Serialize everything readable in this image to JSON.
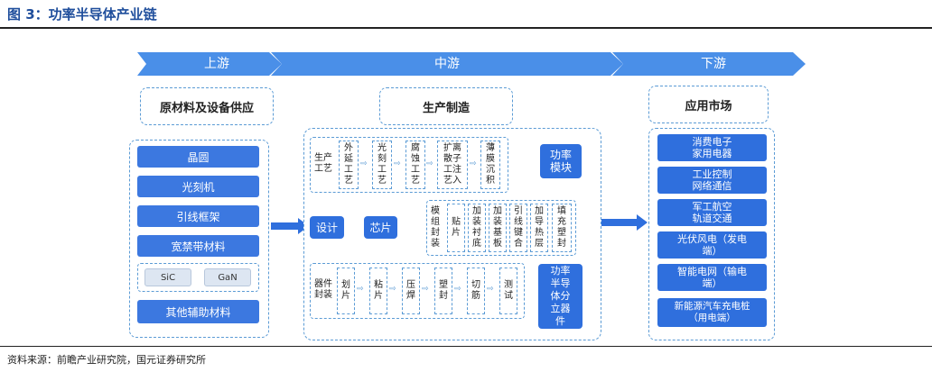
{
  "title": "图 3：功率半导体产业链",
  "source": "资料来源：前瞻产业研究院，国元证券研究所",
  "stages": {
    "upstream": "上游",
    "midstream": "中游",
    "downstream": "下游"
  },
  "upstream": {
    "header": "原材料及设备供应",
    "items": [
      "晶圆",
      "光刻机",
      "引线框架",
      "宽禁带材料",
      "其他辅助材料"
    ],
    "chips": [
      "SiC",
      "GaN"
    ]
  },
  "midstream": {
    "header": "生产制造",
    "design": "设计",
    "chip": "芯片",
    "process_label": "生产\n工艺",
    "process_steps": [
      "外\n延\n工\n艺",
      "光\n刻\n工\n艺",
      "腐\n蚀\n工\n艺",
      "扩离\n散子\n工注\n艺入",
      "薄\n膜\n沉\n积"
    ],
    "module_label": "模\n组\n封\n装",
    "module_steps": [
      "贴\n片",
      "加\n装\n衬\n底",
      "加\n装\n基\n板",
      "引\n线\n键\n合",
      "加\n导\n热\n层",
      "填\n充\n塑\n封"
    ],
    "device_label": "器件\n封装",
    "device_steps": [
      "划\n片",
      "粘\n片",
      "压\n焊",
      "塑\n封",
      "切\n筋",
      "测\n试"
    ],
    "power_module": "功率\n模块",
    "discrete": "功率\n半导\n体分\n立器\n件"
  },
  "downstream": {
    "header": "应用市场",
    "items": [
      "消费电子\n家用电器",
      "工业控制\n网络通信",
      "军工航空\n轨道交通",
      "光伏风电（发电\n端）",
      "智能电网（输电\n端）",
      "新能源汽车充电桩\n（用电端）"
    ]
  },
  "colors": {
    "primary": "#2f6fdd",
    "dashed": "#5b9bd5",
    "stage": "#4a8fe8",
    "title": "#1f4e9c"
  }
}
